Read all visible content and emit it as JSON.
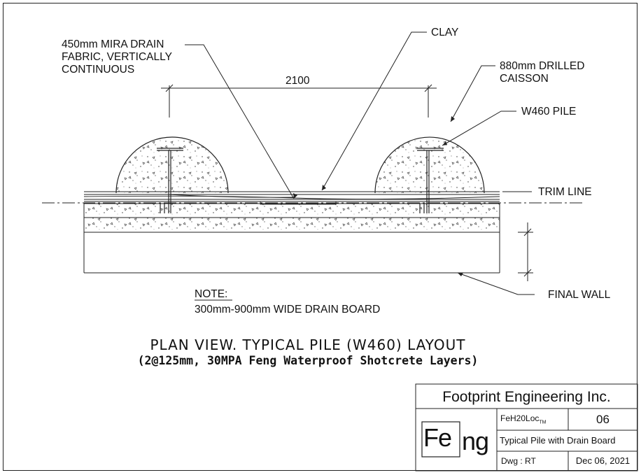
{
  "labels": {
    "mira_drain": [
      "450mm MIRA DRAIN",
      "FABRIC, VERTICALLY",
      "CONTINUOUS"
    ],
    "clay": "CLAY",
    "caisson": [
      "880mm DRILLED",
      "CAISSON"
    ],
    "pile": "W460 PILE",
    "trim_line": "TRIM LINE",
    "final_wall": "FINAL WALL",
    "dimension": "2100"
  },
  "note": {
    "heading": "NOTE:",
    "text": "300mm-900mm WIDE DRAIN BOARD"
  },
  "title": {
    "main": "PLAN VIEW. TYPICAL PILE (W460) LAYOUT",
    "sub": "(2@125mm, 30MPA Feng Waterproof Shotcrete Layers)"
  },
  "title_block": {
    "company": "Footprint Engineering Inc.",
    "logo_left": "Fe",
    "logo_right": "ng",
    "product": "FeH20Loc",
    "product_mark": "TM",
    "sheet_no": "06",
    "description": "Typical Pile with Drain Board",
    "drawn_by": "Dwg : RT",
    "date": "Dec 06, 2021"
  },
  "colors": {
    "line": "#222222",
    "text": "#111111"
  }
}
